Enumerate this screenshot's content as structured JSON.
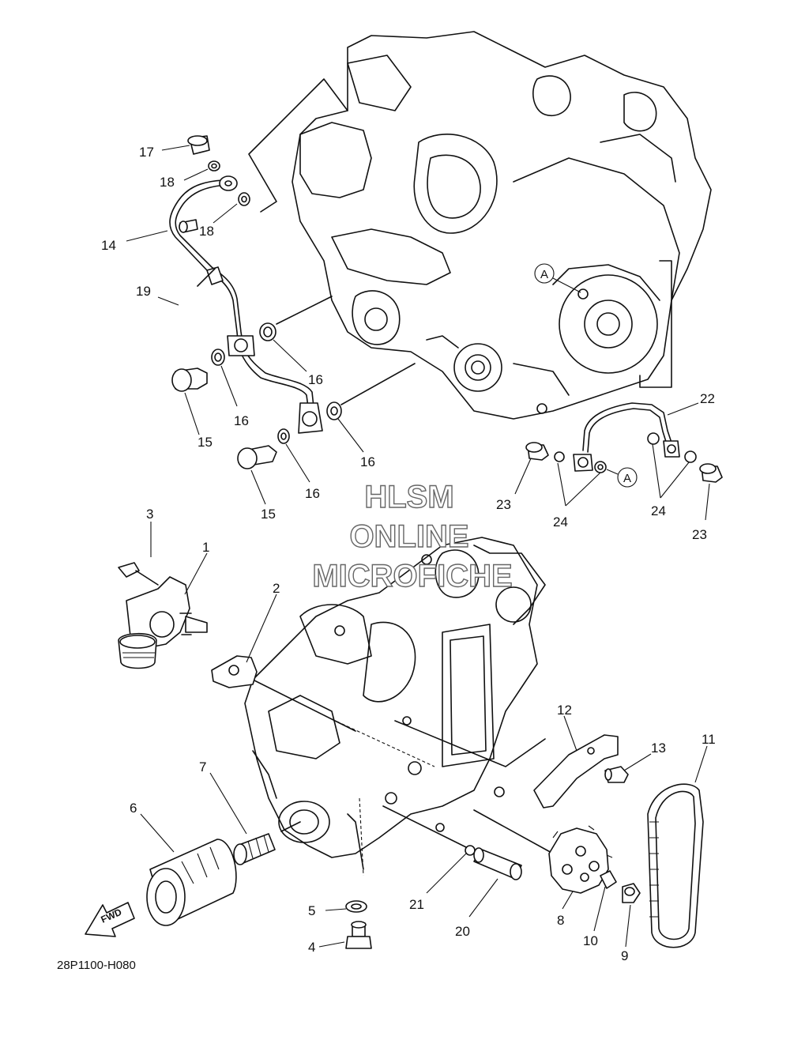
{
  "diagram_code": "28P1100-H080",
  "fwd_label": "FWD",
  "watermark": {
    "line1": "HLSM",
    "line2": "ONLINE",
    "line3": "MICROFICHE"
  },
  "refs": {
    "a": "A"
  },
  "callouts": {
    "n1": "1",
    "n2": "2",
    "n3": "3",
    "n4": "4",
    "n5": "5",
    "n6": "6",
    "n7": "7",
    "n8": "8",
    "n9": "9",
    "n10": "10",
    "n11": "11",
    "n12": "12",
    "n13": "13",
    "n14": "14",
    "n15": "15",
    "n16": "16",
    "n17": "17",
    "n18": "18",
    "n19": "19",
    "n20": "20",
    "n21": "21",
    "n22": "22",
    "n23": "23",
    "n24": "24"
  }
}
